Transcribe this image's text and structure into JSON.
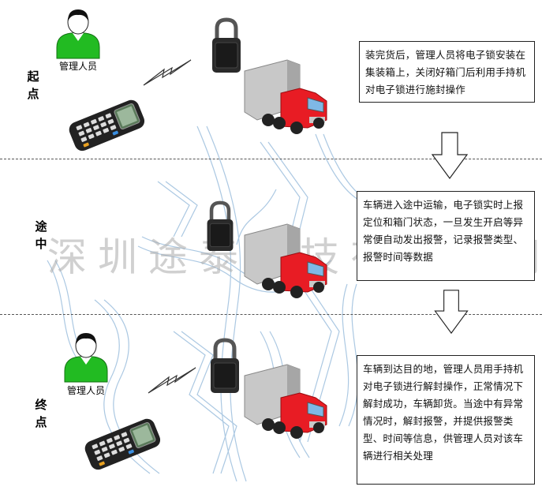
{
  "watermark": "深圳途泰科技有限公司",
  "stages": [
    {
      "label_chars": [
        "起",
        "点"
      ],
      "person_label": "管理人员",
      "description": "装完货后，管理人员将电子锁安装在集装箱上，关闭好箱门后利用手持机对电子锁进行施封操作"
    },
    {
      "label_chars": [
        "途",
        "中"
      ],
      "description": "车辆进入途中运输，电子锁实时上报定位和箱门状态，一旦发生开启等异常便自动发出报警，记录报警类型、报警时间等数据"
    },
    {
      "label_chars": [
        "终",
        "点"
      ],
      "person_label": "管理人员",
      "description": "车辆到达目的地，管理人员用手持机对电子锁进行解封操作，正常情况下解封成功，车辆卸货。当途中有异常情况时，解封报警，并提供报警类型、时间等信息，供管理人员对该车辆进行相关处理"
    }
  ],
  "colors": {
    "person_shirt": "#22bb22",
    "truck_cab": "#e81c24",
    "truck_box": "#c8c8c8",
    "lock_body": "#2a2a2a",
    "handheld_body": "#222222",
    "watermark_lines": "#8fb6d9"
  }
}
